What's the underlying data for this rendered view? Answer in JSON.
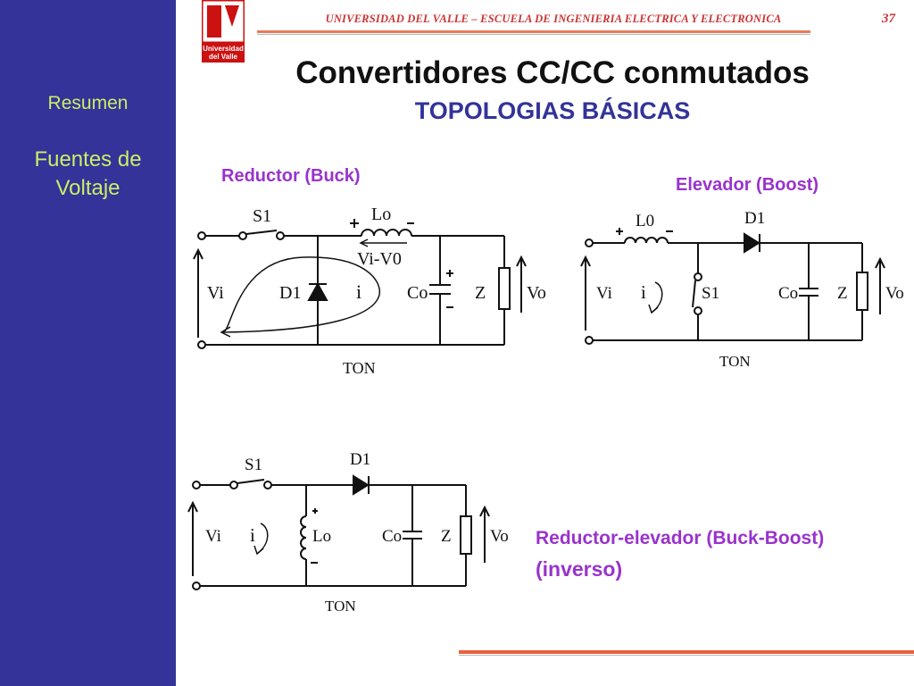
{
  "sidebar": {
    "items": [
      {
        "label": "Resumen"
      },
      {
        "label_line1": "Fuentes de",
        "label_line2": "Voltaje"
      }
    ]
  },
  "header": {
    "university": "UNIVERSIDAD DEL VALLE – ESCUELA DE INGENIERIA ELECTRICA Y ELECTRONICA",
    "slide_number": "37",
    "logo_text_1": "Universidad",
    "logo_text_2": "del Valle"
  },
  "main": {
    "title": "Convertidores CC/CC conmutados",
    "subtitle": "TOPOLOGIAS BÁSICAS"
  },
  "diagrams": {
    "buck": {
      "caption": "Reductor (Buck)",
      "switch": "S1",
      "inductor": "Lo",
      "inductor_voltage": "Vi-V0",
      "input": "Vi",
      "diode": "D1",
      "current": "i",
      "capacitor": "Co",
      "load": "Z",
      "output": "Vo",
      "time": "TON"
    },
    "boost": {
      "caption": "Elevador (Boost)",
      "inductor": "L0",
      "diode": "D1",
      "input": "Vi",
      "current": "i",
      "switch": "S1",
      "capacitor": "Co",
      "load": "Z",
      "output": "Vo",
      "time": "TON"
    },
    "buck_boost": {
      "caption_line1": "Reductor-elevador (Buck-Boost)",
      "caption_line2": "(inverso)",
      "switch": "S1",
      "diode": "D1",
      "input": "Vi",
      "current": "i",
      "inductor": "Lo",
      "capacitor": "Co",
      "load": "Z",
      "output": "Vo",
      "time": "TON"
    }
  },
  "colors": {
    "sidebar_bg": "#333399",
    "sidebar_text": "#ccee66",
    "header_red": "#cc3333",
    "subtitle_blue": "#333399",
    "caption_purple": "#9933cc",
    "accent_line": "#e8613d"
  }
}
